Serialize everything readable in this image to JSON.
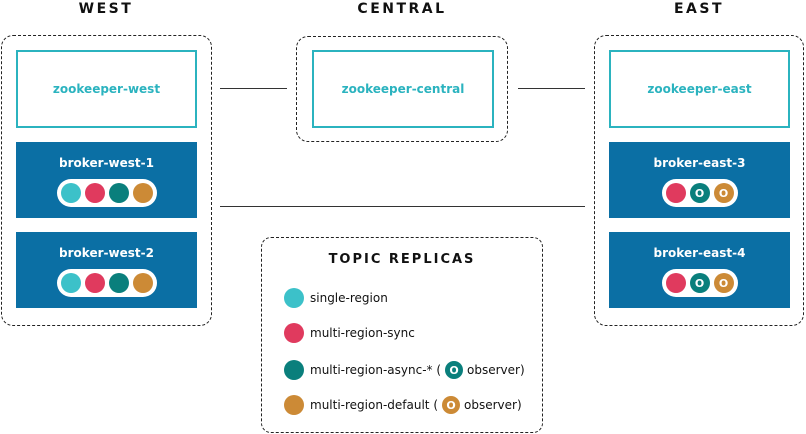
{
  "regions": {
    "west": "WEST",
    "central": "CENTRAL",
    "east": "EAST"
  },
  "zookeepers": {
    "west": "zookeeper-west",
    "central": "zookeeper-central",
    "east": "zookeeper-east"
  },
  "brokers": {
    "west1": "broker-west-1",
    "west2": "broker-west-2",
    "east3": "broker-east-3",
    "east4": "broker-east-4"
  },
  "observer_marker": "O",
  "legend": {
    "title": "TOPIC REPLICAS",
    "single": "single-region",
    "sync": "multi-region-sync",
    "async_pre": "multi-region-async-* (",
    "default_pre": "multi-region-default (",
    "observer_suffix": "observer)"
  },
  "colors": {
    "zookeeper": "#2bb3bf",
    "broker": "#0b6fa4",
    "single_region": "#3cc1c9",
    "multi_region_sync": "#e03a5e",
    "multi_region_async": "#0a7f7c",
    "multi_region_default": "#cc8a36"
  }
}
